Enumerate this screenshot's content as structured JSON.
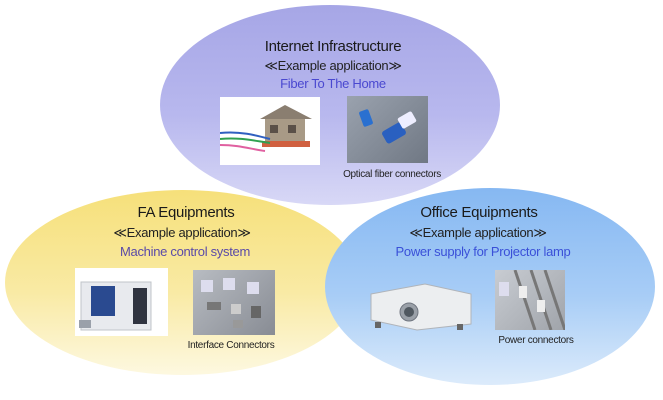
{
  "sections": {
    "internet": {
      "title": "Internet Infrastructure",
      "example_label": "≪Example application≫",
      "application": "Fiber To The Home",
      "caption": "Optical fiber connectors",
      "color": "#a6a6e6",
      "app_color": "#4a48d0"
    },
    "fa": {
      "title": "FA Equipments",
      "example_label": "≪Example application≫",
      "application": "Machine control system",
      "caption": "Interface Connectors",
      "color": "#f6e07a",
      "app_color": "#5a4aa8"
    },
    "office": {
      "title": "Office Equipments",
      "example_label": "≪Example application≫",
      "application": "Power supply for Projector lamp",
      "caption": "Power connectors",
      "color": "#86b8f2",
      "app_color": "#3a50d8"
    }
  }
}
